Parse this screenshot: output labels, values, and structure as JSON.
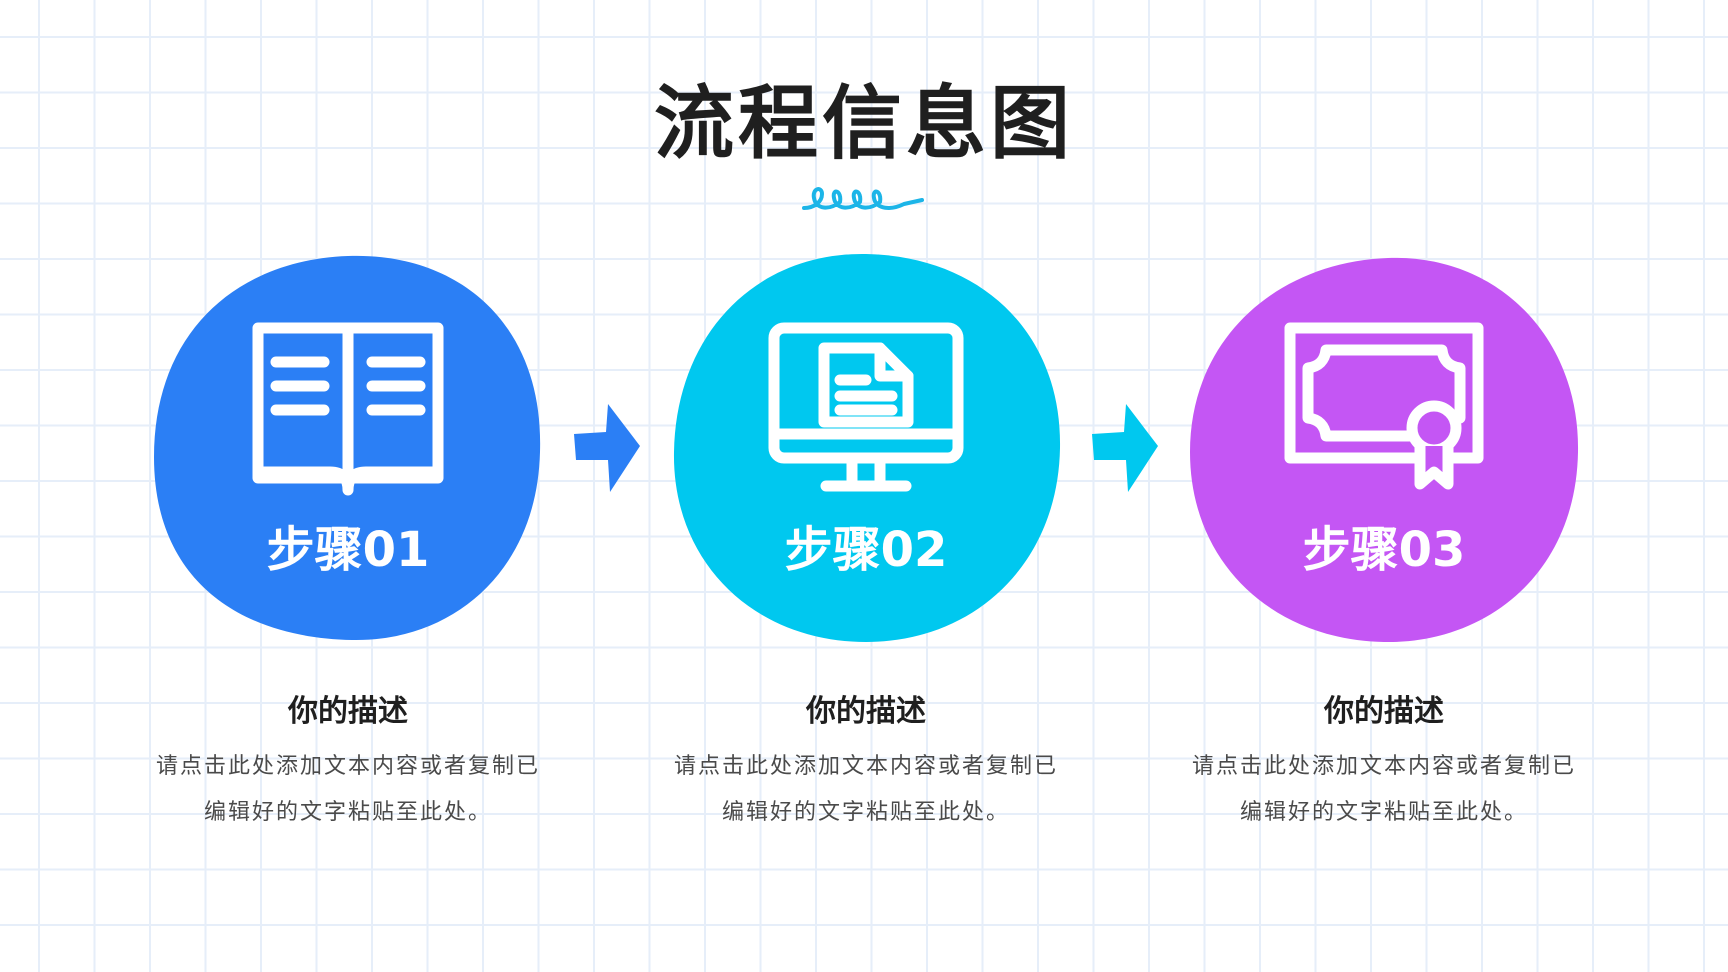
{
  "title": "流程信息图",
  "colors": {
    "step1": "#2b7ff5",
    "step2": "#00c8ef",
    "step3": "#c456f4",
    "squiggle": "#1cb5e8"
  },
  "steps": [
    {
      "label": "步骤01",
      "icon": "open-book-icon",
      "desc_title": "你的描述",
      "desc_line1": "请点击此处添加文本内容或者复制已",
      "desc_line2": "编辑好的文字粘贴至此处。"
    },
    {
      "label": "步骤02",
      "icon": "computer-monitor-document-icon",
      "desc_title": "你的描述",
      "desc_line1": "请点击此处添加文本内容或者复制已",
      "desc_line2": "编辑好的文字粘贴至此处。"
    },
    {
      "label": "步骤03",
      "icon": "certificate-icon",
      "desc_title": "你的描述",
      "desc_line1": "请点击此处添加文本内容或者复制已",
      "desc_line2": "编辑好的文字粘贴至此处。"
    }
  ]
}
